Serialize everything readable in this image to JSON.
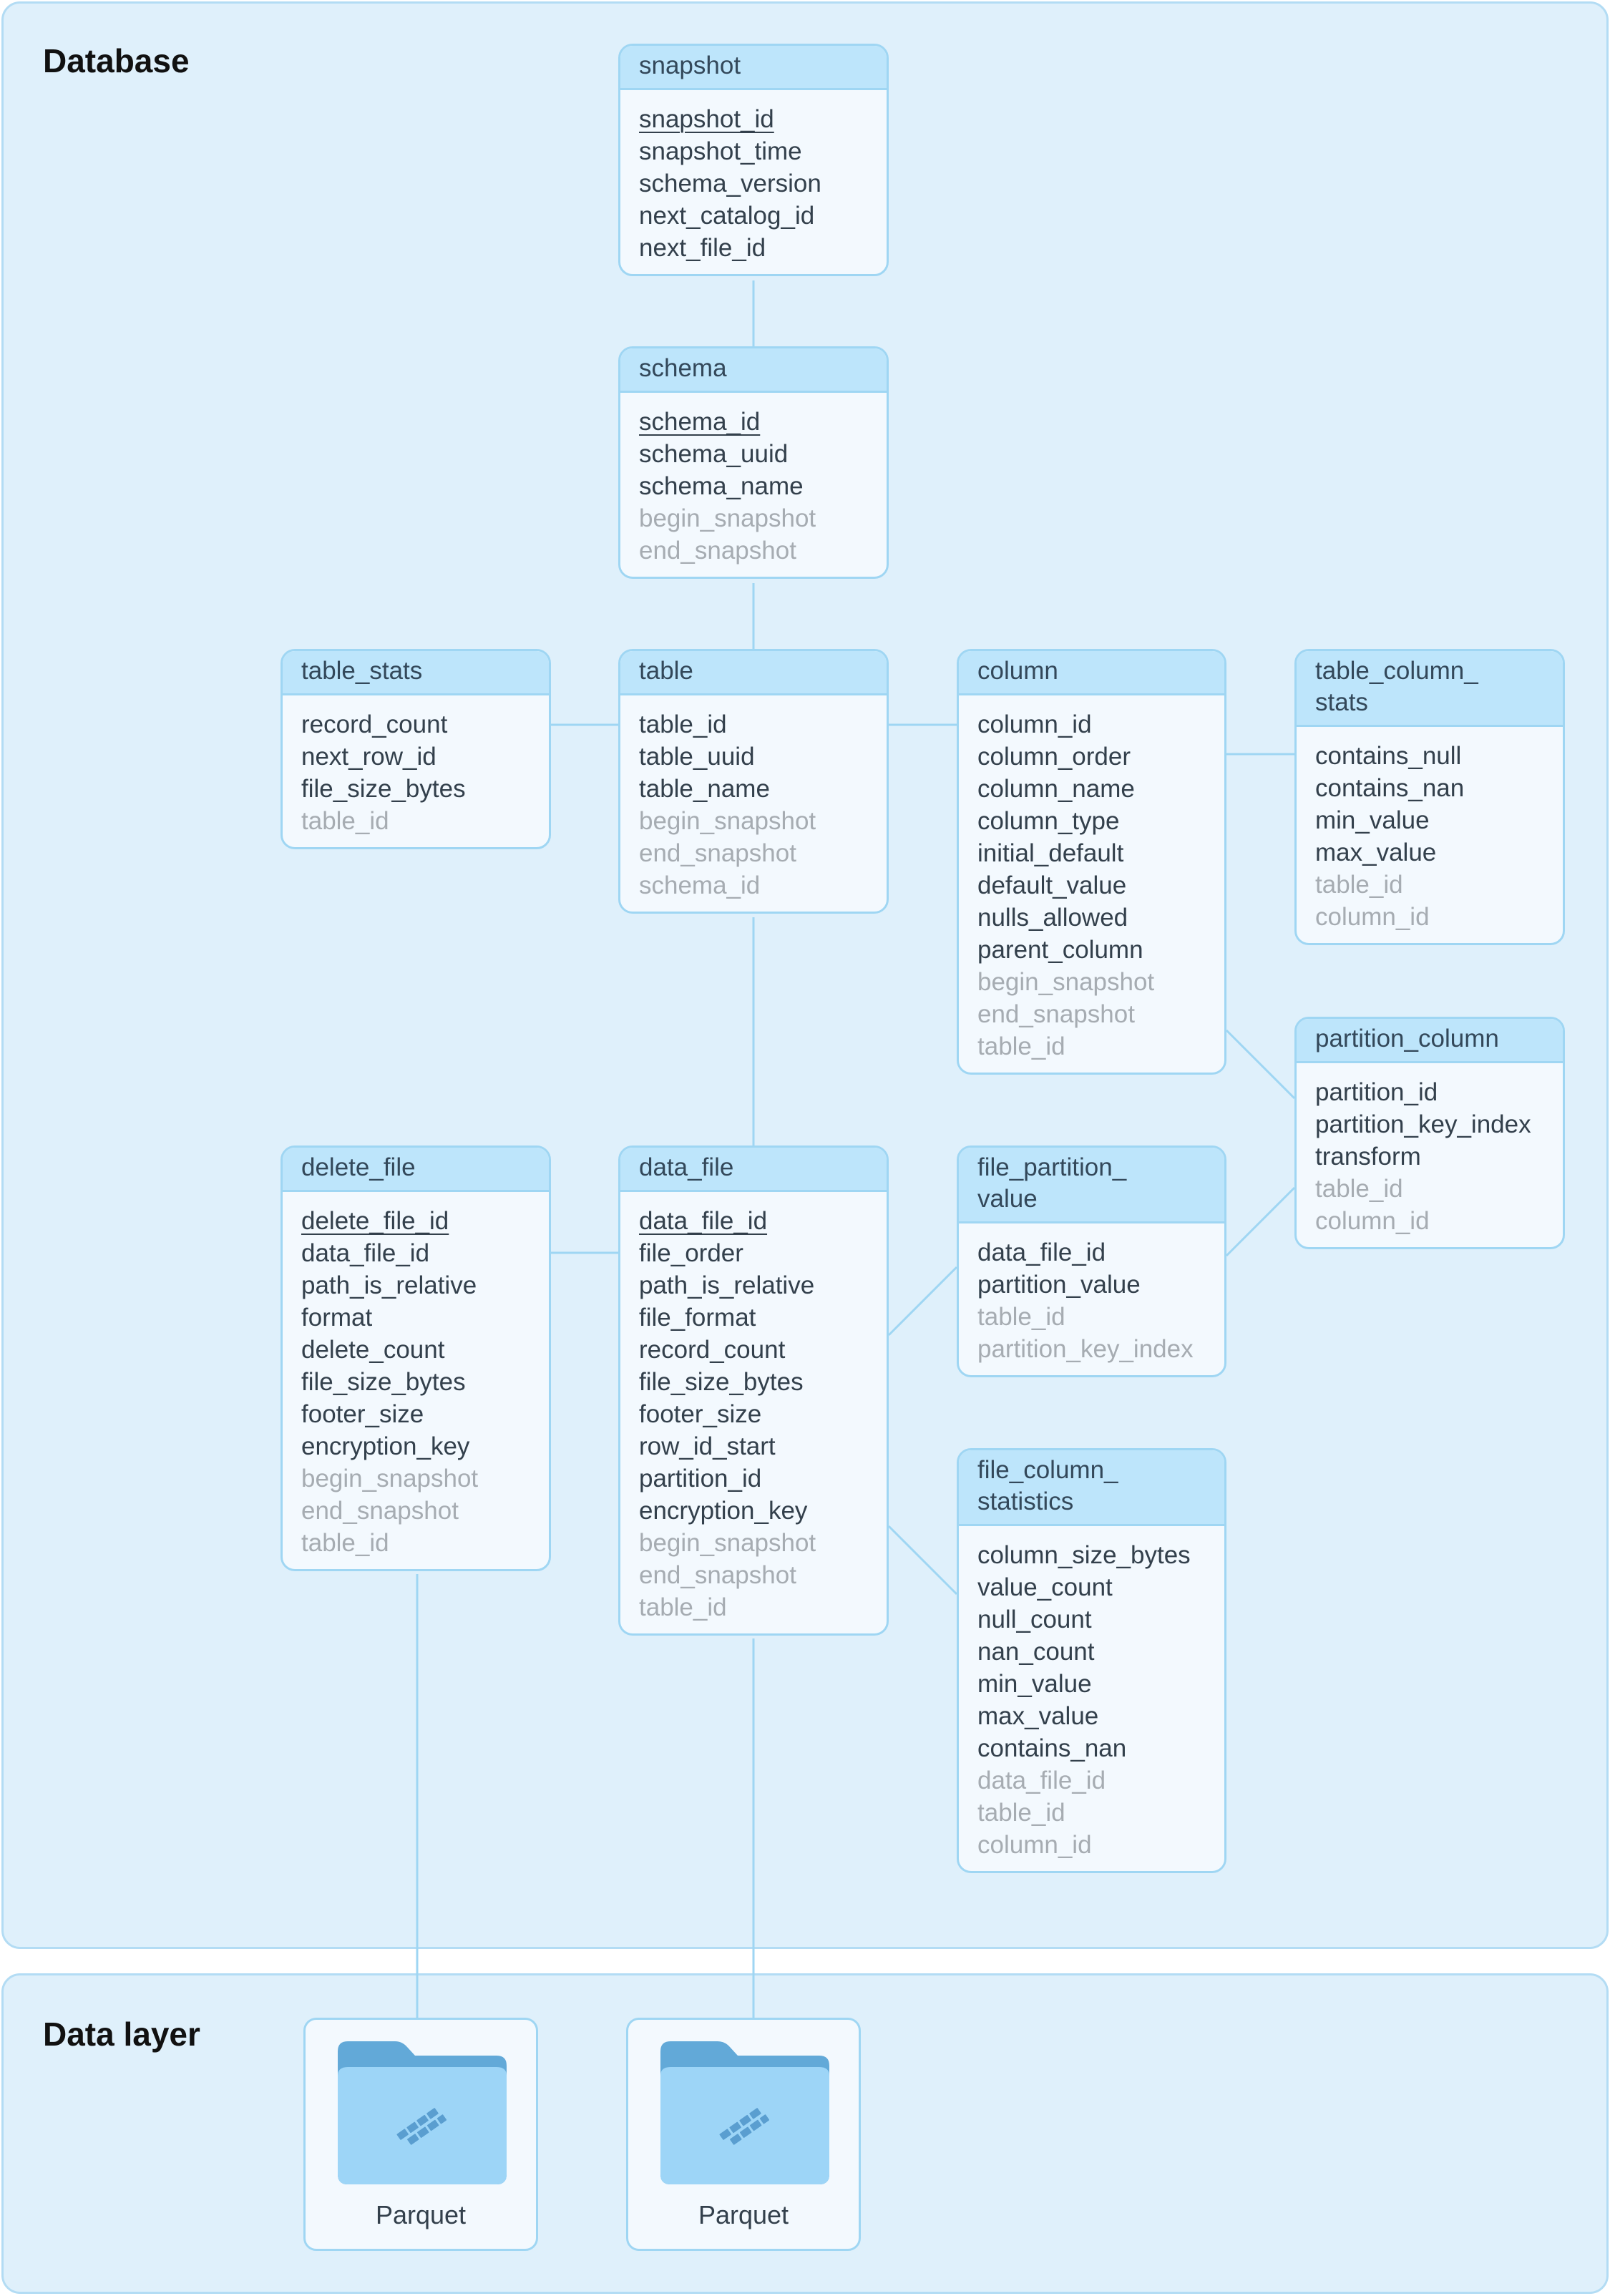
{
  "regions": {
    "database": "Database",
    "data_layer": "Data layer"
  },
  "tables": {
    "snapshot": {
      "title": "snapshot",
      "fields": [
        {
          "name": "snapshot_id",
          "kind": "pk"
        },
        {
          "name": "snapshot_time",
          "kind": "attr"
        },
        {
          "name": "schema_version",
          "kind": "attr"
        },
        {
          "name": "next_catalog_id",
          "kind": "attr"
        },
        {
          "name": "next_file_id",
          "kind": "attr"
        }
      ]
    },
    "schema": {
      "title": "schema",
      "fields": [
        {
          "name": "schema_id",
          "kind": "pk"
        },
        {
          "name": "schema_uuid",
          "kind": "attr"
        },
        {
          "name": "schema_name",
          "kind": "attr"
        },
        {
          "name": "begin_snapshot",
          "kind": "fk"
        },
        {
          "name": "end_snapshot",
          "kind": "fk"
        }
      ]
    },
    "table_stats": {
      "title": "table_stats",
      "fields": [
        {
          "name": "record_count",
          "kind": "attr"
        },
        {
          "name": "next_row_id",
          "kind": "attr"
        },
        {
          "name": "file_size_bytes",
          "kind": "attr"
        },
        {
          "name": "table_id",
          "kind": "fk"
        }
      ]
    },
    "table": {
      "title": "table",
      "fields": [
        {
          "name": "table_id",
          "kind": "attr"
        },
        {
          "name": "table_uuid",
          "kind": "attr"
        },
        {
          "name": "table_name",
          "kind": "attr"
        },
        {
          "name": "begin_snapshot",
          "kind": "fk"
        },
        {
          "name": "end_snapshot",
          "kind": "fk"
        },
        {
          "name": "schema_id",
          "kind": "fk"
        }
      ]
    },
    "column": {
      "title": "column",
      "fields": [
        {
          "name": "column_id",
          "kind": "attr"
        },
        {
          "name": "column_order",
          "kind": "attr"
        },
        {
          "name": "column_name",
          "kind": "attr"
        },
        {
          "name": "column_type",
          "kind": "attr"
        },
        {
          "name": "initial_default",
          "kind": "attr"
        },
        {
          "name": "default_value",
          "kind": "attr"
        },
        {
          "name": "nulls_allowed",
          "kind": "attr"
        },
        {
          "name": "parent_column",
          "kind": "attr"
        },
        {
          "name": "begin_snapshot",
          "kind": "fk"
        },
        {
          "name": "end_snapshot",
          "kind": "fk"
        },
        {
          "name": "table_id",
          "kind": "fk"
        }
      ]
    },
    "table_column_stats": {
      "title": "table_column_\nstats",
      "fields": [
        {
          "name": "contains_null",
          "kind": "attr"
        },
        {
          "name": "contains_nan",
          "kind": "attr"
        },
        {
          "name": "min_value",
          "kind": "attr"
        },
        {
          "name": "max_value",
          "kind": "attr"
        },
        {
          "name": "table_id",
          "kind": "fk"
        },
        {
          "name": "column_id",
          "kind": "fk"
        }
      ]
    },
    "partition_column": {
      "title": "partition_column",
      "fields": [
        {
          "name": "partition_id",
          "kind": "attr"
        },
        {
          "name": "partition_key_index",
          "kind": "attr"
        },
        {
          "name": "transform",
          "kind": "attr"
        },
        {
          "name": "table_id",
          "kind": "fk"
        },
        {
          "name": "column_id",
          "kind": "fk"
        }
      ]
    },
    "delete_file": {
      "title": "delete_file",
      "fields": [
        {
          "name": "delete_file_id",
          "kind": "pk"
        },
        {
          "name": "data_file_id",
          "kind": "attr"
        },
        {
          "name": "path_is_relative",
          "kind": "attr"
        },
        {
          "name": "format",
          "kind": "attr"
        },
        {
          "name": "delete_count",
          "kind": "attr"
        },
        {
          "name": "file_size_bytes",
          "kind": "attr"
        },
        {
          "name": "footer_size",
          "kind": "attr"
        },
        {
          "name": "encryption_key",
          "kind": "attr"
        },
        {
          "name": "begin_snapshot",
          "kind": "fk"
        },
        {
          "name": "end_snapshot",
          "kind": "fk"
        },
        {
          "name": "table_id",
          "kind": "fk"
        }
      ]
    },
    "data_file": {
      "title": "data_file",
      "fields": [
        {
          "name": "data_file_id",
          "kind": "pk"
        },
        {
          "name": "file_order",
          "kind": "attr"
        },
        {
          "name": "path_is_relative",
          "kind": "attr"
        },
        {
          "name": "file_format",
          "kind": "attr"
        },
        {
          "name": "record_count",
          "kind": "attr"
        },
        {
          "name": "file_size_bytes",
          "kind": "attr"
        },
        {
          "name": "footer_size",
          "kind": "attr"
        },
        {
          "name": "row_id_start",
          "kind": "attr"
        },
        {
          "name": "partition_id",
          "kind": "attr"
        },
        {
          "name": "encryption_key",
          "kind": "attr"
        },
        {
          "name": "begin_snapshot",
          "kind": "fk"
        },
        {
          "name": "end_snapshot",
          "kind": "fk"
        },
        {
          "name": "table_id",
          "kind": "fk"
        }
      ]
    },
    "file_partition_value": {
      "title": "file_partition_\nvalue",
      "fields": [
        {
          "name": "data_file_id",
          "kind": "attr"
        },
        {
          "name": "partition_value",
          "kind": "attr"
        },
        {
          "name": "table_id",
          "kind": "fk"
        },
        {
          "name": "partition_key_index",
          "kind": "fk"
        }
      ]
    },
    "file_column_statistics": {
      "title": "file_column_\nstatistics",
      "fields": [
        {
          "name": "column_size_bytes",
          "kind": "attr"
        },
        {
          "name": "value_count",
          "kind": "attr"
        },
        {
          "name": "null_count",
          "kind": "attr"
        },
        {
          "name": "nan_count",
          "kind": "attr"
        },
        {
          "name": "min_value",
          "kind": "attr"
        },
        {
          "name": "max_value",
          "kind": "attr"
        },
        {
          "name": "contains_nan",
          "kind": "attr"
        },
        {
          "name": "data_file_id",
          "kind": "fk"
        },
        {
          "name": "table_id",
          "kind": "fk"
        },
        {
          "name": "column_id",
          "kind": "fk"
        }
      ]
    }
  },
  "storage": [
    {
      "label": "Parquet",
      "icon": "folder-icon"
    },
    {
      "label": "Parquet",
      "icon": "folder-icon"
    }
  ],
  "colors": {
    "region_bg": "#dff0fb",
    "header_bg": "#bde5fb",
    "border": "#9fd6f3",
    "link": "#9fd6f3",
    "field_text": "#33404c",
    "muted_text": "#a6acb2"
  }
}
